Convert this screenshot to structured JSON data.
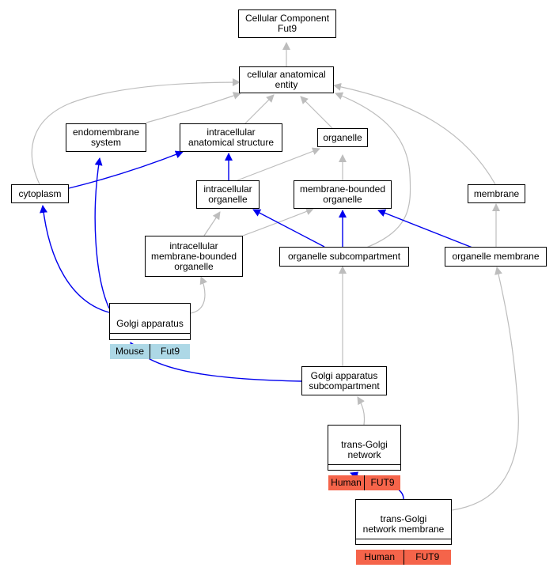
{
  "colors": {
    "is_a_edge": "#bdbdbd",
    "part_of_edge": "#0000ee",
    "mouse_fill": "#add8e6",
    "human_fill": "#f5644a"
  },
  "nodes": {
    "root": "Cellular Component\nFut9",
    "cae": "cellular anatomical\nentity",
    "endo": "endomembrane\nsystem",
    "ias": "intracellular\nanatomical structure",
    "org": "organelle",
    "cyto": "cytoplasm",
    "io": "intracellular\norganelle",
    "mbo": "membrane-bounded\norganelle",
    "mem": "membrane",
    "imbo": "intracellular\nmembrane-bounded\norganelle",
    "osub": "organelle subcompartment",
    "omem": "organelle membrane",
    "golgi": {
      "title": "Golgi apparatus",
      "species": "Mouse",
      "gene": "Fut9"
    },
    "gsub": "Golgi apparatus\nsubcompartment",
    "tgn": {
      "title": "trans-Golgi\nnetwork",
      "species": "Human",
      "gene": "FUT9"
    },
    "tgnm": {
      "title": "trans-Golgi\nnetwork membrane",
      "species": "Human",
      "gene": "FUT9"
    }
  }
}
